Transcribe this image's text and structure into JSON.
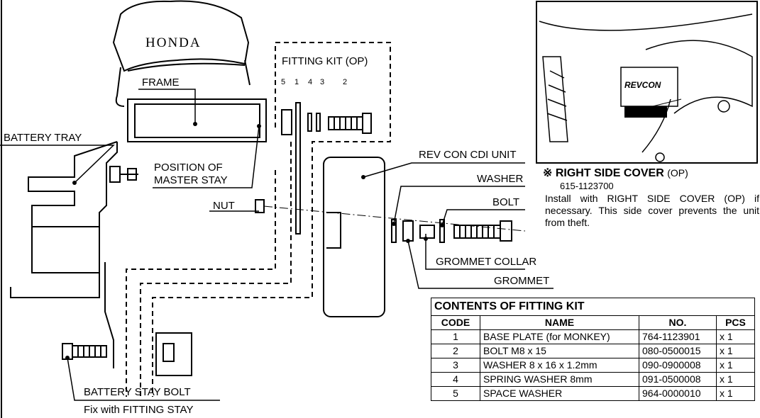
{
  "labels": {
    "brand": "HONDA",
    "frame": "FRAME",
    "battery_tray": "BATTERY TRAY",
    "position_of_master_stay_1": "POSITION OF",
    "position_of_master_stay_2": "MASTER STAY",
    "nut": "NUT",
    "fitting_kit": "FITTING KIT (OP)",
    "rev_con_cdi_unit": "REV CON CDI UNIT",
    "washer": "WASHER",
    "bolt": "BOLT",
    "grommet_collar": "GROMMET COLLAR",
    "grommet": "GROMMET",
    "battery_stay_bolt": "BATTERY STAY BOLT",
    "fix_note": "Fix with FITTING STAY",
    "part_numbers": [
      "5",
      "1",
      "4",
      "3",
      "2"
    ]
  },
  "photo_panel": {
    "unit_logo": "REVCON",
    "title_mark": "※",
    "title": "RIGHT SIDE COVER",
    "title_suffix": "(OP)",
    "part_no": "615-1123700",
    "note": "Install with RIGHT SIDE COVER (OP) if necessary. This side cover prevents the unit from theft."
  },
  "kit_table": {
    "title": "CONTENTS OF FITTING KIT",
    "headers": [
      "CODE",
      "NAME",
      "NO.",
      "PCS"
    ],
    "rows": [
      [
        "1",
        "BASE PLATE (for MONKEY)",
        "764-1123901",
        "x 1"
      ],
      [
        "2",
        "BOLT M8 x 15",
        "080-0500015",
        "x 1"
      ],
      [
        "3",
        "WASHER 8 x 16 x 1.2mm",
        "090-0900008",
        "x 1"
      ],
      [
        "4",
        "SPRING WASHER 8mm",
        "091-0500008",
        "x 1"
      ],
      [
        "5",
        "SPACE WASHER",
        "964-0000010",
        "x 1"
      ]
    ]
  },
  "colors": {
    "ink": "#000000",
    "paper": "#ffffff"
  }
}
